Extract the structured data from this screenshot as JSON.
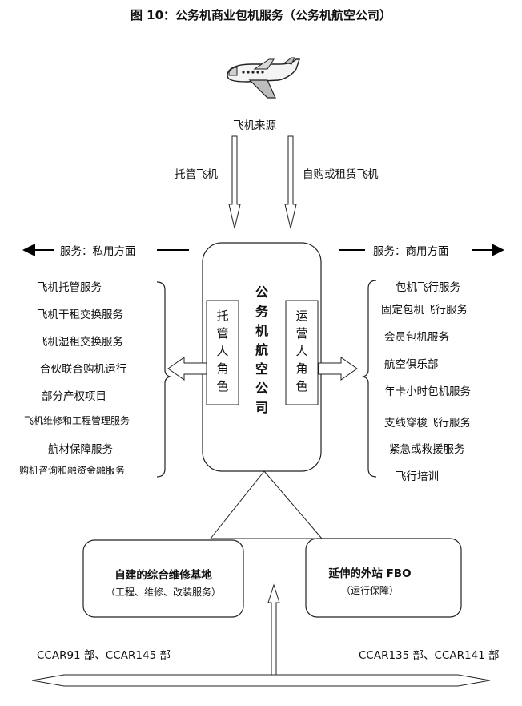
{
  "title": "图 10：公务机商业包机服务（公务机航空公司）",
  "source": {
    "label": "飞机来源",
    "left_arrow_label": "托管飞机",
    "right_arrow_label": "自购或租赁飞机"
  },
  "left_header": "服务：私用方面",
  "right_header": "服务：商用方面",
  "center": {
    "company": "公务机航空公司",
    "left_role": "托管人角色",
    "right_role": "运营人角色"
  },
  "private_services": [
    "飞机托管服务",
    "飞机干租交换服务",
    "飞机湿租交换服务",
    "合伙联合购机运行",
    "部分产权项目",
    "飞机维修和工程管理服务",
    "航材保障服务",
    "购机咨询和融资金融服务"
  ],
  "commercial_services": [
    "包机飞行服务",
    "固定包机飞行服务",
    "会员包机服务",
    "航空俱乐部",
    "年卡小时包机服务",
    "支线穿梭飞行服务",
    "紧急或救援服务",
    "飞行培训"
  ],
  "base_left": {
    "title": "自建的综合维修基地",
    "subtitle": "（工程、维修、改装服务）"
  },
  "base_right": {
    "title": "延伸的外站 FBO",
    "subtitle": "（运行保障）"
  },
  "regulations_left": "CCAR91 部、CCAR145 部",
  "regulations_right": "CCAR135 部、CCAR141 部",
  "icons": {
    "airplane": "airplane-icon"
  }
}
